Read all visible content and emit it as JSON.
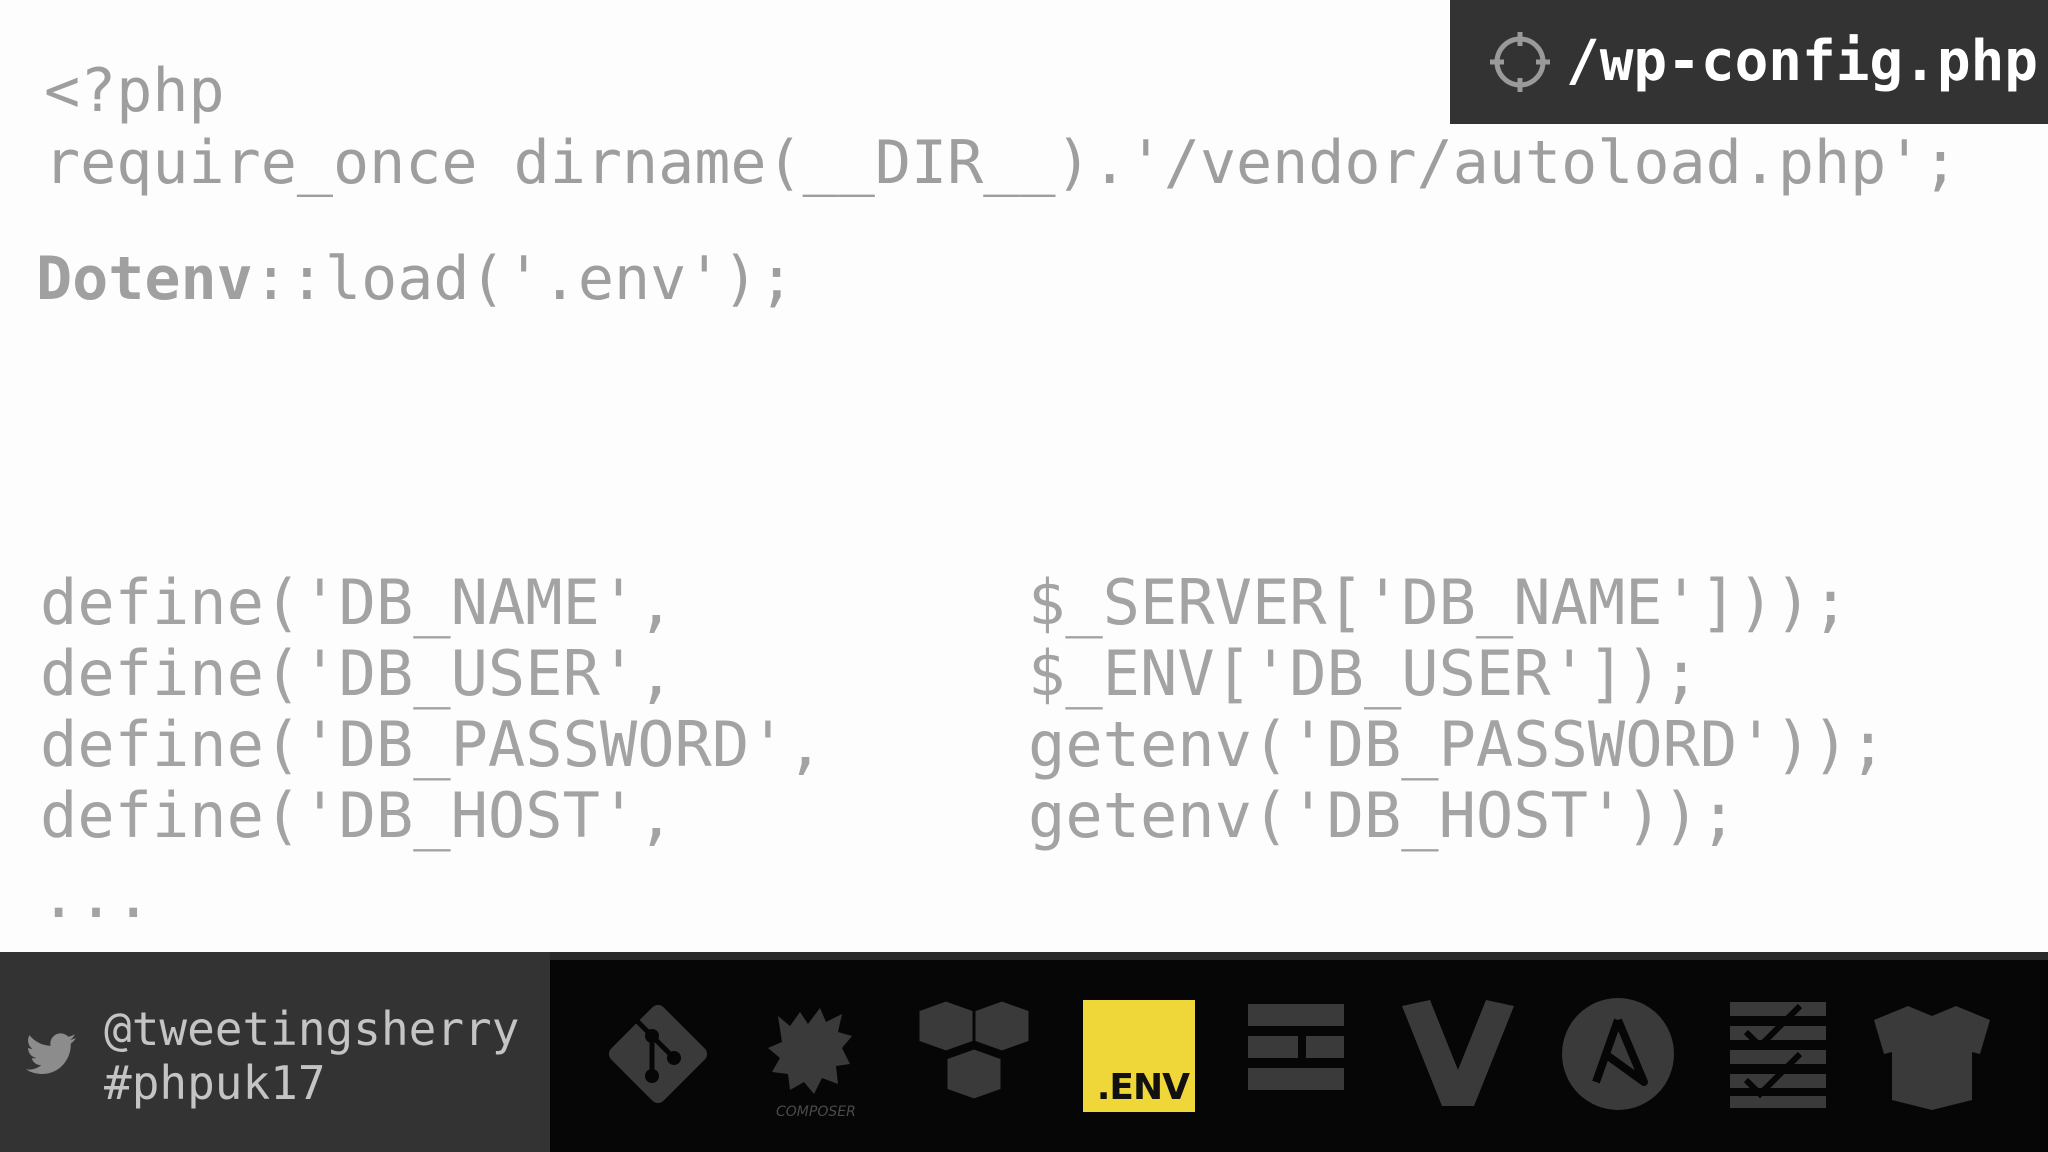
{
  "file_tab": {
    "icon": "crosshair-icon",
    "filename": "/wp-config.php"
  },
  "code": {
    "line1": "<?php",
    "line2": "require_once dirname(__DIR__).'/vendor/autoload.php';",
    "dotenv_class": "Dotenv",
    "dotenv_call": "::load('.env');",
    "defines": [
      {
        "left": "define('DB_NAME',",
        "right": "$_SERVER['DB_NAME']));"
      },
      {
        "left": "define('DB_USER',",
        "right": "$_ENV['DB_USER']);"
      },
      {
        "left": "define('DB_PASSWORD',",
        "right": "getenv('DB_PASSWORD'));"
      },
      {
        "left": "define('DB_HOST',",
        "right": "getenv('DB_HOST'));"
      }
    ],
    "ellipsis": "..."
  },
  "footer": {
    "twitter_icon": "twitter-bird-icon",
    "handle": "@tweetingsherry",
    "hashtag": "#phpuk17",
    "logos": [
      "git-logo",
      "composer-logo",
      "boxes-logo",
      "env-logo",
      "zend-logo",
      "vagrant-logo",
      "ansible-logo",
      "checklist-logo",
      "package-logo"
    ],
    "env_label": ".ENV",
    "composer_label": "COMPOSER"
  },
  "colors": {
    "code_text": "#9e9e9e",
    "footer_bg": "#333333",
    "logo_strip_bg": "#060606",
    "env_yellow": "#efd73a",
    "logo_gray": "#3a3a3a"
  }
}
